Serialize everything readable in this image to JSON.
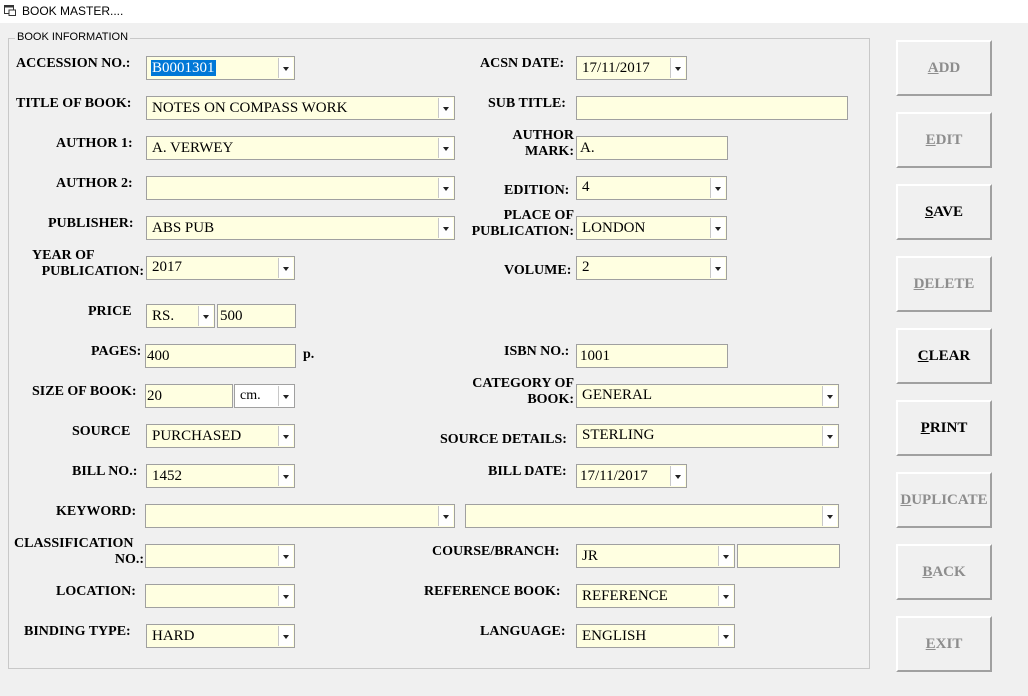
{
  "window": {
    "title": "BOOK MASTER...."
  },
  "group_title": "BOOK INFORMATION",
  "fields": {
    "accession_no": {
      "label": "ACCESSION NO.:",
      "value": "B0001301"
    },
    "acsn_date": {
      "label": "ACSN DATE:",
      "value": "17/11/2017"
    },
    "title_of_book": {
      "label": "TITLE OF BOOK:",
      "value": "NOTES ON COMPASS WORK"
    },
    "sub_title": {
      "label": "SUB TITLE:",
      "value": ""
    },
    "author1": {
      "label": "AUTHOR 1:",
      "value": "A. VERWEY"
    },
    "author_mark": {
      "label1": "AUTHOR",
      "label2": "MARK:",
      "value": "A."
    },
    "author2": {
      "label": "AUTHOR 2:",
      "value": ""
    },
    "edition": {
      "label": "EDITION:",
      "value": "4"
    },
    "publisher": {
      "label": "PUBLISHER:",
      "value": "ABS PUB"
    },
    "place_of_publication": {
      "label1": "PLACE OF",
      "label2": "PUBLICATION:",
      "value": "LONDON"
    },
    "year_of_publication": {
      "label1": "YEAR OF",
      "label2": "PUBLICATION:",
      "value": "2017"
    },
    "volume": {
      "label": "VOLUME:",
      "value": "2"
    },
    "price": {
      "label": "PRICE",
      "currency": "RS.",
      "value": "500"
    },
    "pages": {
      "label": "PAGES:",
      "value": "400",
      "unit": "p."
    },
    "isbn_no": {
      "label": "ISBN NO.:",
      "value": "1001"
    },
    "size_of_book": {
      "label": "SIZE OF BOOK:",
      "value": "20",
      "unit": "cm."
    },
    "category_of_book": {
      "label1": "CATEGORY OF",
      "label2": "BOOK:",
      "value": "GENERAL"
    },
    "source": {
      "label": "SOURCE",
      "value": "PURCHASED"
    },
    "source_details": {
      "label": "SOURCE DETAILS:",
      "value": "STERLING"
    },
    "bill_no": {
      "label": "BILL NO.:",
      "value": "1452"
    },
    "bill_date": {
      "label": "BILL DATE:",
      "value": "17/11/2017"
    },
    "keyword": {
      "label": "KEYWORD:",
      "value1": "",
      "value2": ""
    },
    "classification_no": {
      "label1": "CLASSIFICATION",
      "label2": "NO.:",
      "value": ""
    },
    "course_branch": {
      "label": "COURSE/BRANCH:",
      "value": "JR",
      "extra": ""
    },
    "location": {
      "label": "LOCATION:",
      "value": ""
    },
    "reference_book": {
      "label": "REFERENCE BOOK:",
      "value": "REFERENCE"
    },
    "binding_type": {
      "label": "BINDING TYPE:",
      "value": "HARD"
    },
    "language": {
      "label": "LANGUAGE:",
      "value": "ENGLISH"
    }
  },
  "buttons": {
    "add": {
      "u": "A",
      "rest": "DD",
      "enabled": false
    },
    "edit": {
      "u": "E",
      "rest": "DIT",
      "enabled": false
    },
    "save": {
      "u": "S",
      "rest": "AVE",
      "enabled": true
    },
    "delete": {
      "u": "D",
      "rest": "ELETE",
      "enabled": false
    },
    "clear": {
      "u": "C",
      "rest": "LEAR",
      "enabled": true
    },
    "print": {
      "u": "P",
      "rest": "RINT",
      "enabled": true
    },
    "duplicate": {
      "u": "D",
      "rest": "UPLICATE",
      "enabled": false
    },
    "back": {
      "u": "B",
      "rest": "ACK",
      "enabled": false
    },
    "exit": {
      "u": "E",
      "rest": "XIT",
      "enabled": false
    }
  },
  "colors": {
    "field_bg": "#ffffe1",
    "selection": "#0078d7",
    "disabled_text": "#8d8d8d"
  }
}
